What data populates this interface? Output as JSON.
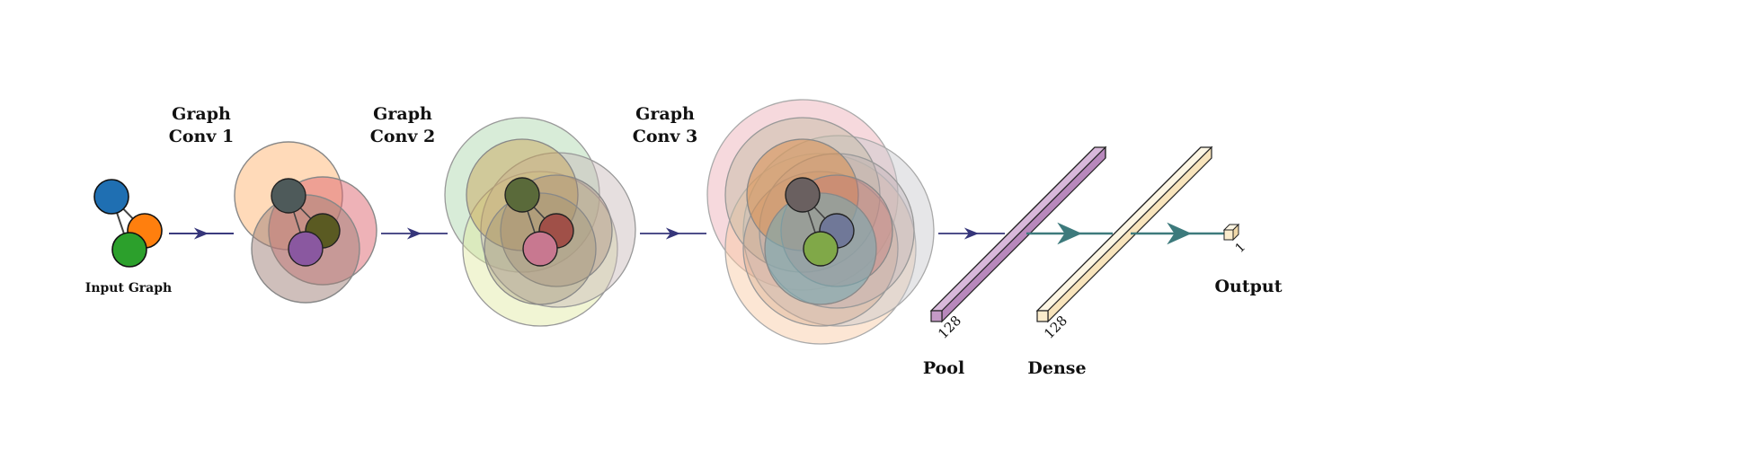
{
  "labels": {
    "input_graph": "Input Graph",
    "conv1_line1": "Graph",
    "conv1_line2": "Conv 1",
    "conv2_line1": "Graph",
    "conv2_line2": "Conv 2",
    "conv3_line1": "Graph",
    "conv3_line2": "Conv 3",
    "pool": "Pool",
    "dense": "Dense",
    "output": "Output",
    "pool_dim": "128",
    "dense_dim": "128",
    "output_dim": "1"
  },
  "colors": {
    "node_blue": "#1f6fb2",
    "node_orange": "#ff7f0e",
    "node_green": "#2ca02c",
    "pool_fill": "#c7a0c9",
    "dense_fill": "#fdf0d0",
    "arrow_small": "#35357a",
    "arrow_big": "#3d7a7c"
  }
}
